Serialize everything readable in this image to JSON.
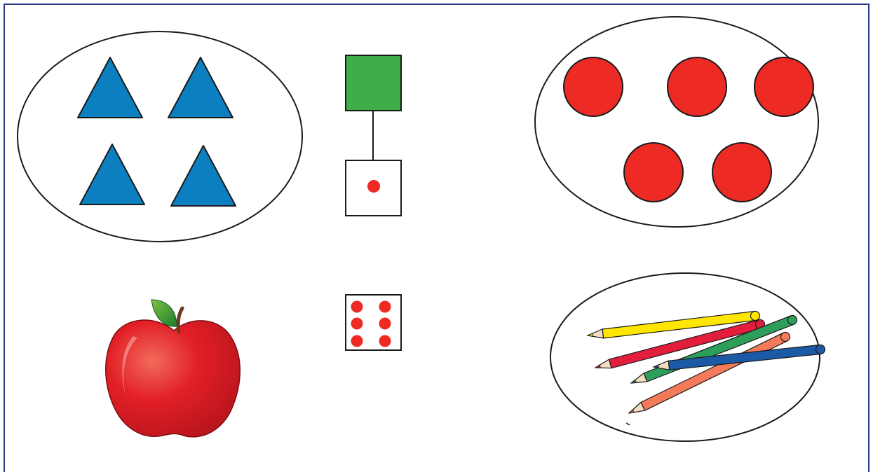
{
  "colors": {
    "frame": "#2e3a87",
    "outline": "#1a1a1a",
    "triangle": "#0b7fc0",
    "green_square": "#3fae49",
    "red": "#ee2a24",
    "apple_red": "#e21f26",
    "leaf": "#3aa535",
    "pencil_yellow": "#ffe600",
    "pencil_red": "#e31e3c",
    "pencil_green": "#2e9e5b",
    "pencil_salmon": "#f47a5a",
    "pencil_blue": "#1d5aa6"
  },
  "groups": {
    "triangles": {
      "count": 4,
      "shape": "triangle"
    },
    "circles": {
      "count": 5,
      "shape": "circle"
    },
    "pencils": {
      "count": 5,
      "shape": "pencil"
    },
    "apple": {
      "count": 1,
      "shape": "apple"
    }
  },
  "key": {
    "symbol": "green-square",
    "dot_card": {
      "dots": 1
    }
  },
  "answer_card": {
    "dots": 6
  }
}
